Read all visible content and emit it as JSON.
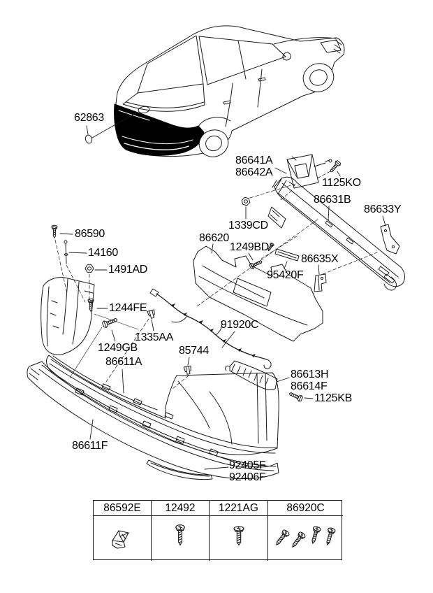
{
  "document": {
    "kind": "vehicle-parts-diagram",
    "subject": "rear bumper assembly",
    "line_color": "#1a1a1a",
    "highlight_color": "#000000",
    "background": "#ffffff"
  },
  "callouts": [
    {
      "code": "62863"
    },
    {
      "code": "86641A"
    },
    {
      "code": "86642A"
    },
    {
      "code": "1125KO"
    },
    {
      "code": "86631B"
    },
    {
      "code": "86633Y"
    },
    {
      "code": "1339CD"
    },
    {
      "code": "86620"
    },
    {
      "code": "1249BD"
    },
    {
      "code": "95420F"
    },
    {
      "code": "86635X"
    },
    {
      "code": "86590"
    },
    {
      "code": "14160"
    },
    {
      "code": "1491AD"
    },
    {
      "code": "1244FE"
    },
    {
      "code": "1249GB"
    },
    {
      "code": "1335AA"
    },
    {
      "code": "86611A"
    },
    {
      "code": "85744"
    },
    {
      "code": "91920C"
    },
    {
      "code": "86613H"
    },
    {
      "code": "86614F"
    },
    {
      "code": "1125KB"
    },
    {
      "code": "86611F"
    },
    {
      "code": "92405F"
    },
    {
      "code": "92406F"
    }
  ],
  "hardware_table": {
    "headers": [
      "86592E",
      "12492",
      "1221AG",
      "86920C"
    ],
    "icons": [
      "grommet-clip-icon",
      "tapping-screw-icon",
      "tapping-screw-icon",
      "tapping-screws-x4-icon"
    ]
  }
}
